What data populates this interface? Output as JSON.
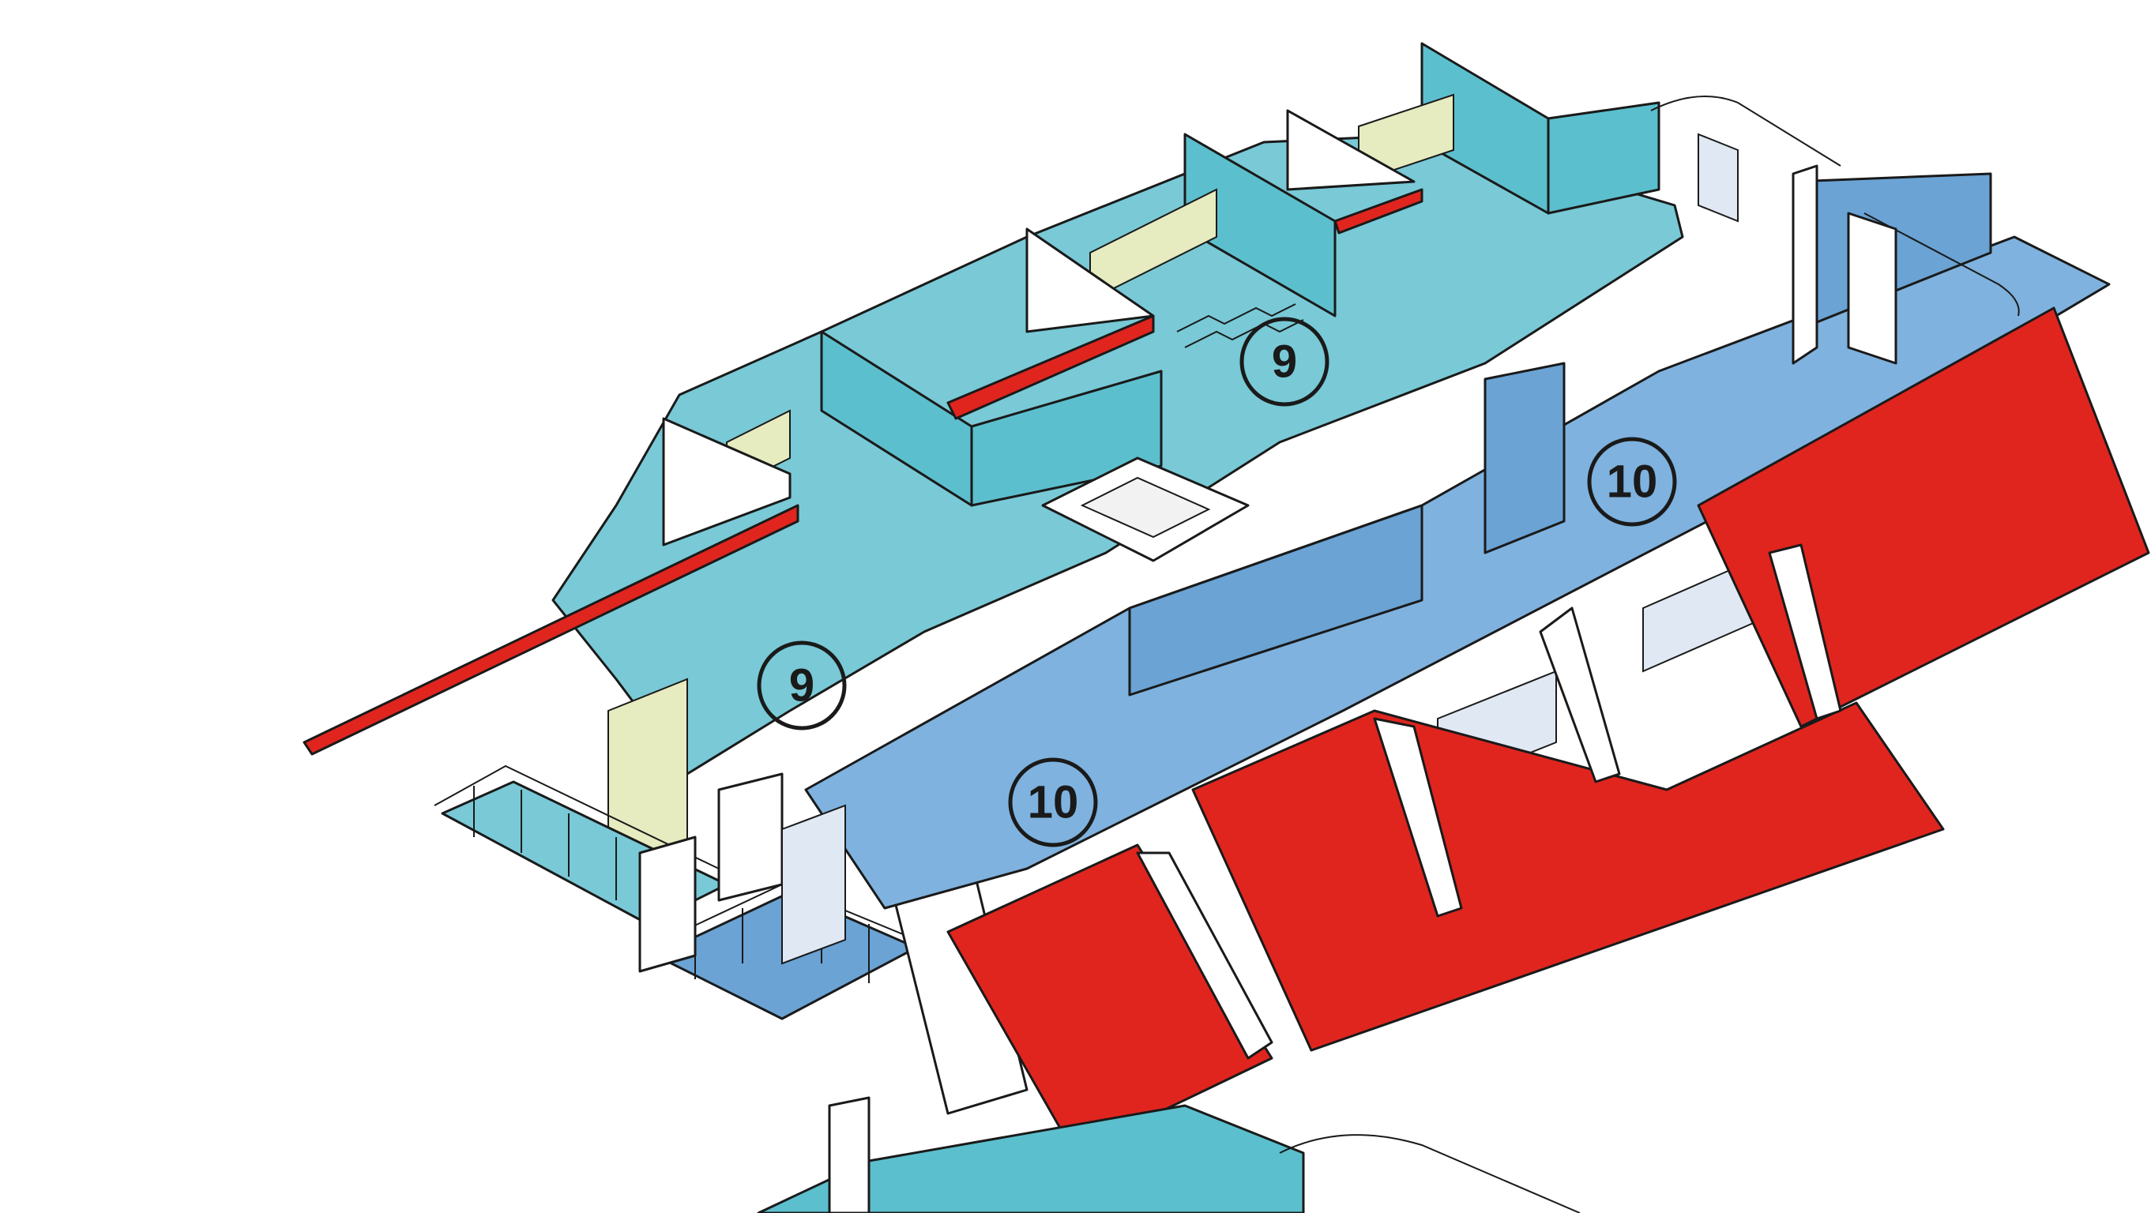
{
  "colors": {
    "roof": "#e0251f",
    "roof_dark": "#b81a15",
    "floor_teal": "#79c9d6",
    "wall_teal": "#5cbfcd",
    "wall_teal_dark": "#3ea8b8",
    "floor_blue": "#7fb2de",
    "wall_blue": "#6aa3d4",
    "wall_white": "#ffffff",
    "accent_yellow": "#e6ebc0",
    "glass": "#dfe8f3",
    "outline": "#1a1a1a"
  },
  "labels": {
    "room_9_top": "9",
    "room_10_right": "10",
    "room_9_left": "9",
    "room_10_bottom": "10"
  }
}
